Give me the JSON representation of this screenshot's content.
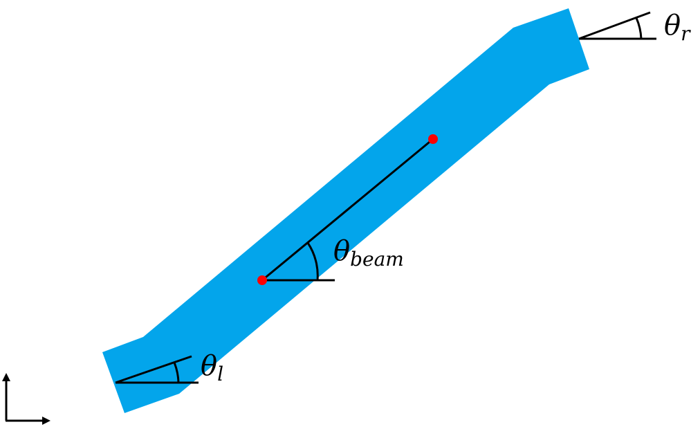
{
  "colors": {
    "beam": "#03a5eb",
    "point": "#ff0000",
    "line": "#000000",
    "background": "#ffffff"
  },
  "labels": {
    "theta_symbol": "θ",
    "theta_r_sub": "r",
    "theta_beam_sub": "beam",
    "theta_l_sub": "l"
  }
}
